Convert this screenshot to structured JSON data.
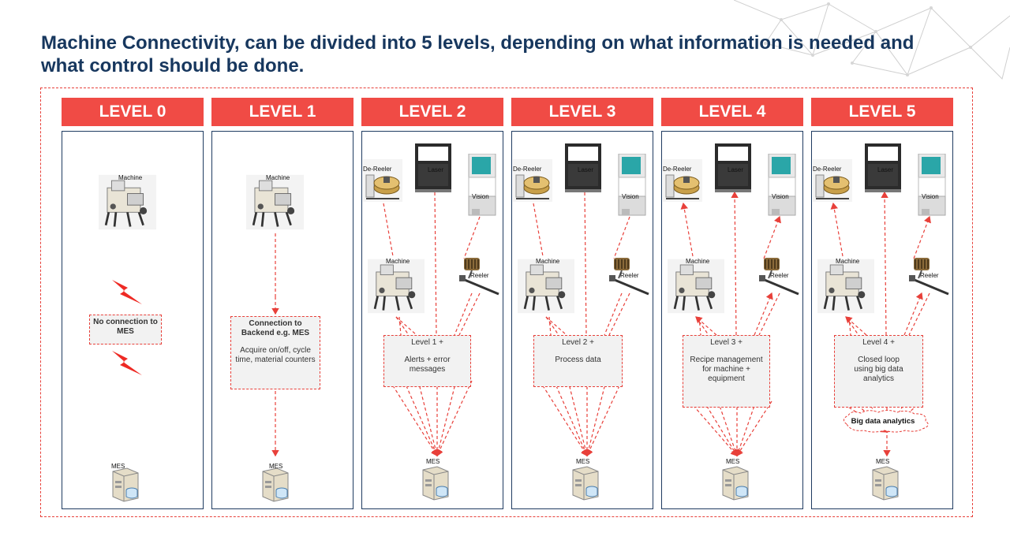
{
  "title": "Machine Connectivity, can be divided into 5 levels, depending on what information is needed and what control should be done.",
  "colors": {
    "accent": "#f04b45",
    "navy": "#17375e",
    "panel_border": "#1f3b61"
  },
  "device_labels": {
    "machine": "Machine",
    "mes": "MES",
    "dereeler": "De-Reeler",
    "laser": "Laser",
    "vision": "Vision",
    "reeler": "Reeler"
  },
  "levels": [
    {
      "label": "LEVEL 0",
      "box_title": "No connection to MES",
      "box_lines": []
    },
    {
      "label": "LEVEL 1",
      "box_title": "Connection to Backend e.g. MES",
      "box_lines": [
        "Acquire on/off, cycle time, material counters"
      ]
    },
    {
      "label": "LEVEL 2",
      "box_title": "Level 1 +",
      "box_lines": [
        "Alerts + error messages"
      ]
    },
    {
      "label": "LEVEL 3",
      "box_title": "Level 2 +",
      "box_lines": [
        "Process data"
      ]
    },
    {
      "label": "LEVEL 4",
      "box_title": "Level 3 +",
      "box_lines": [
        "Recipe management for machine + equipment"
      ]
    },
    {
      "label": "LEVEL 5",
      "box_title": "Level 4 +",
      "box_lines": [
        "Closed loop using big data analytics"
      ]
    }
  ],
  "big_data_label": "Big data analytics"
}
